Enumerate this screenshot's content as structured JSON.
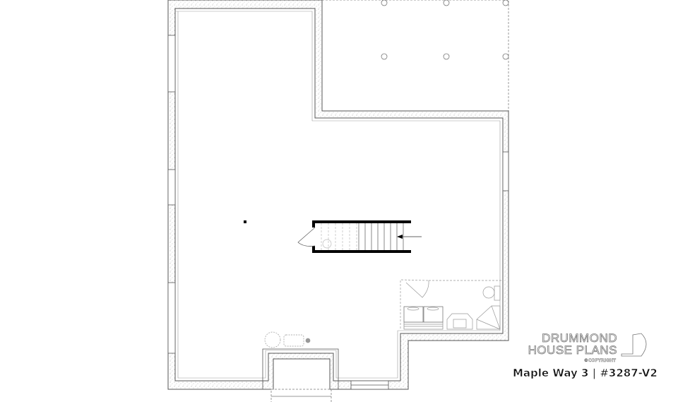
{
  "plan": {
    "level": "basement",
    "colors": {
      "wall_line": "#555555",
      "wall_fill": "#e6e6e6",
      "stair_wall": "#000000",
      "dashed": "#999999"
    }
  },
  "logo": {
    "line1": "DRUMMOND",
    "line2": "HOUSE PLANS",
    "copyright": "©COPYRIGHT"
  },
  "caption": "Maple Way 3 | #3287-V2"
}
